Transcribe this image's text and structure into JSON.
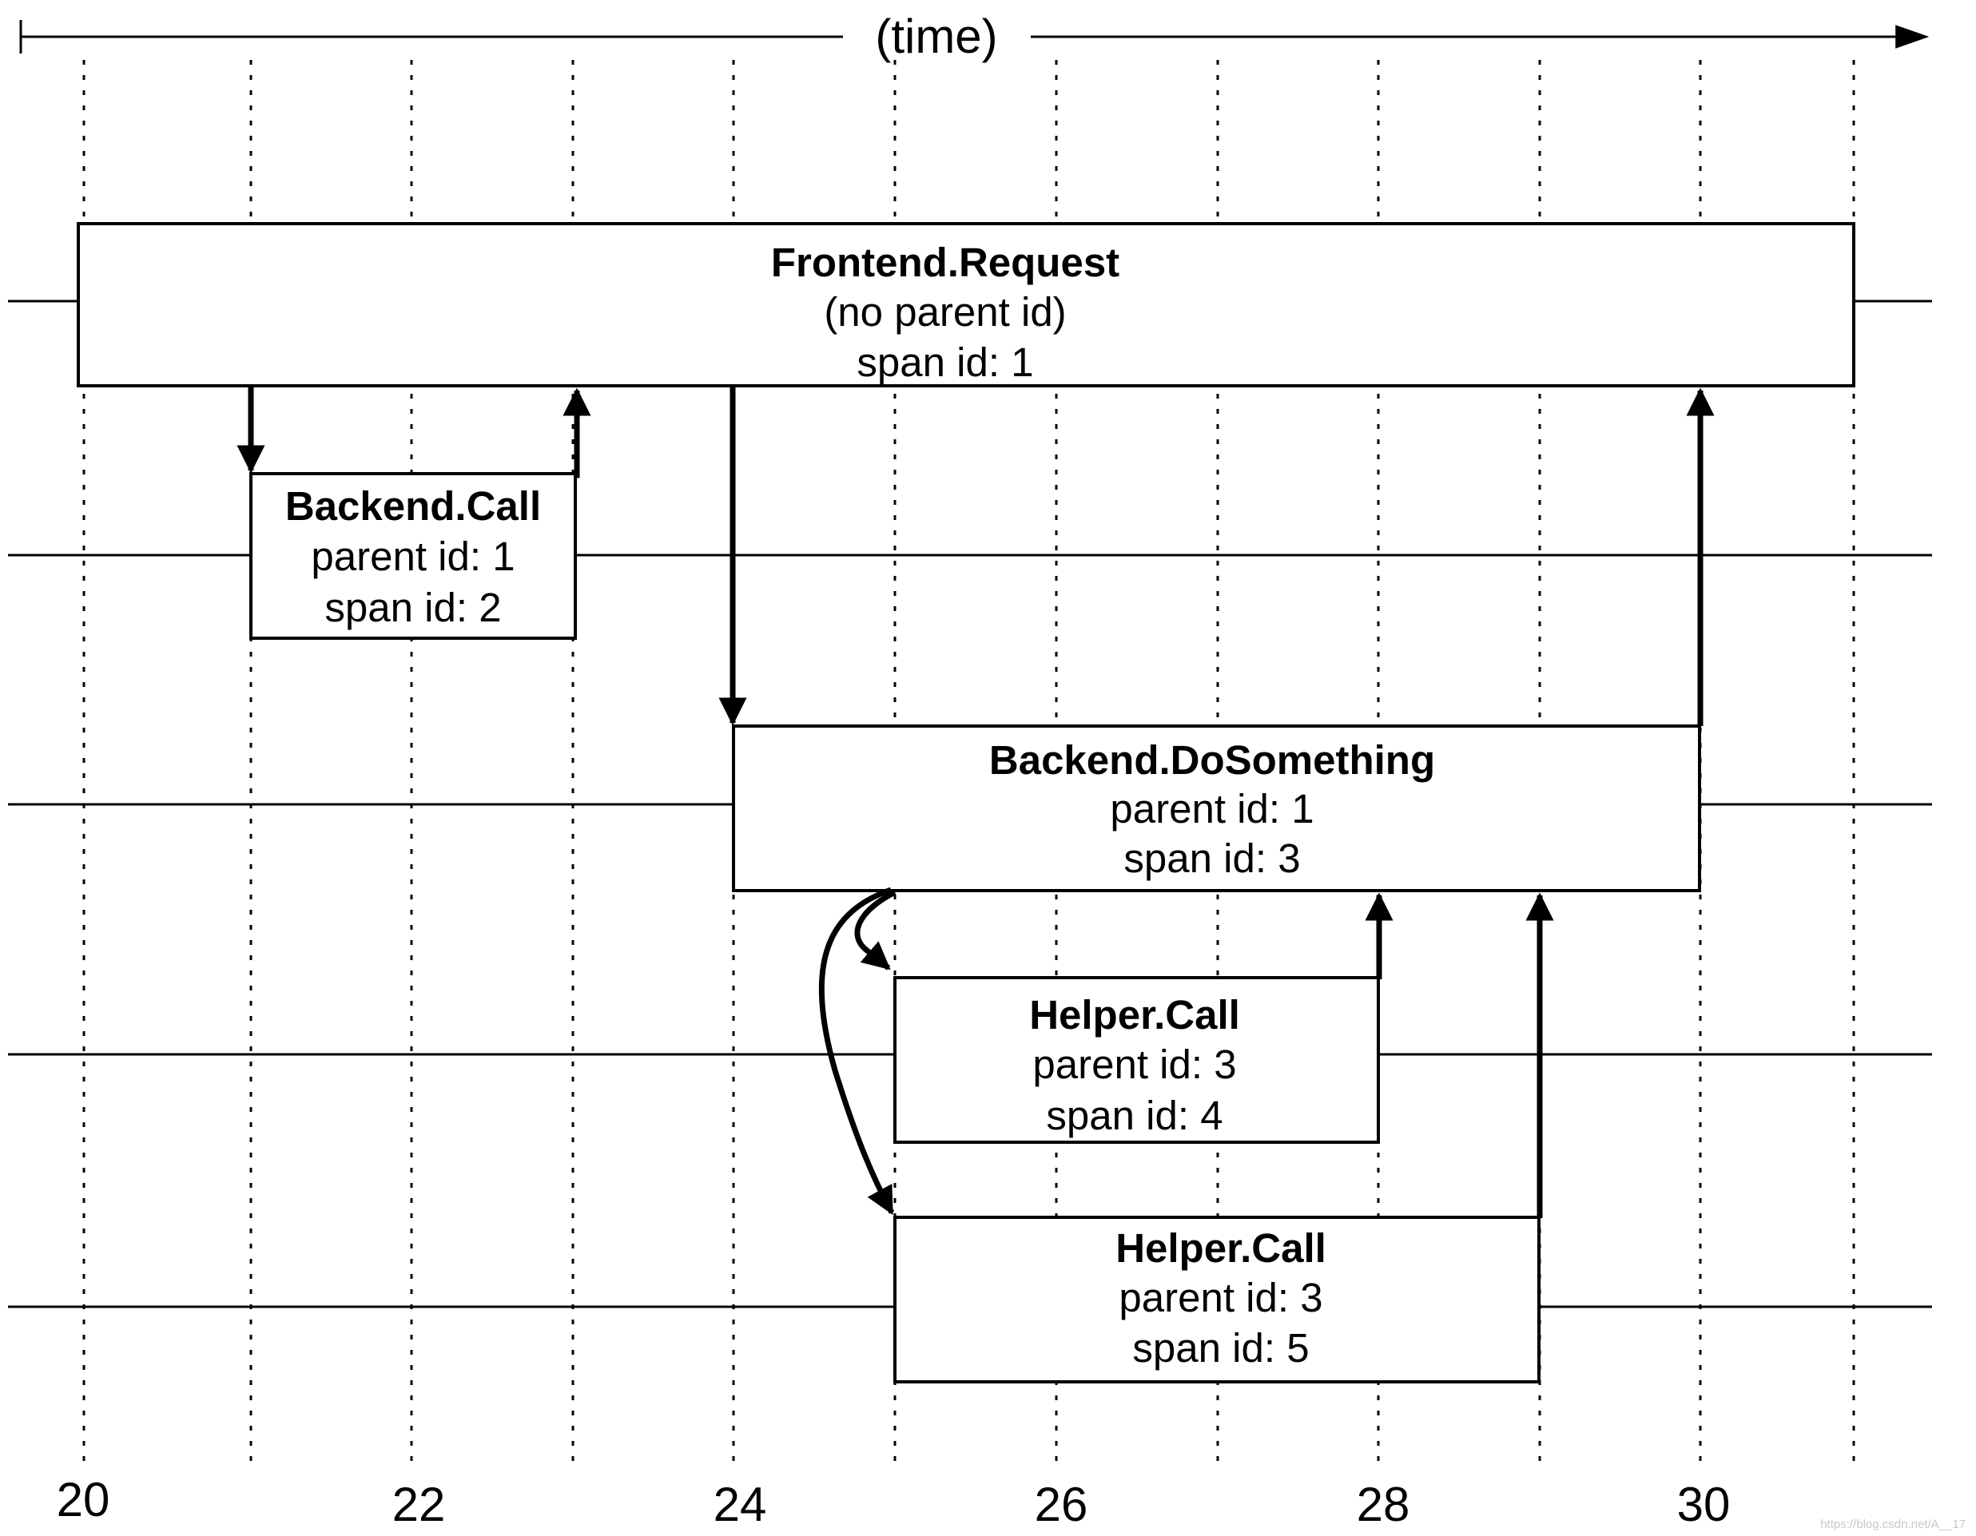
{
  "axis": {
    "label": "(time)",
    "ticks": [
      "20",
      "22",
      "24",
      "26",
      "28",
      "30"
    ]
  },
  "spans": [
    {
      "title": "Frontend.Request",
      "line1": "(no parent id)",
      "line2": "span id: 1"
    },
    {
      "title": "Backend.Call",
      "line1": "parent id: 1",
      "line2": "span id: 2"
    },
    {
      "title": "Backend.DoSomething",
      "line1": "parent id: 1",
      "line2": "span id: 3"
    },
    {
      "title": "Helper.Call",
      "line1": "parent id: 3",
      "line2": "span id: 4"
    },
    {
      "title": "Helper.Call",
      "line1": "parent id: 3",
      "line2": "span id: 5"
    }
  ],
  "watermark": "https://blog.csdn.net/A__17"
}
